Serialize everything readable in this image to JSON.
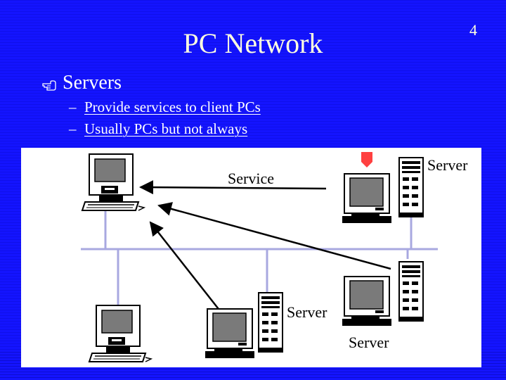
{
  "slide": {
    "title": "PC Network",
    "number": "4",
    "bullet": "Servers",
    "sub_dash": "–",
    "sub_items": [
      "Provide services to client PCs",
      "Usually PCs but not always"
    ]
  },
  "diagram": {
    "labels": {
      "service": "Service",
      "server_top": "Server",
      "server_mid": "Server",
      "server_bottom": "Server"
    }
  },
  "colors": {
    "background": "#1414ff",
    "title": "#ffffe0",
    "network_line": "#a8a8e0",
    "marker": "#ff4040"
  }
}
